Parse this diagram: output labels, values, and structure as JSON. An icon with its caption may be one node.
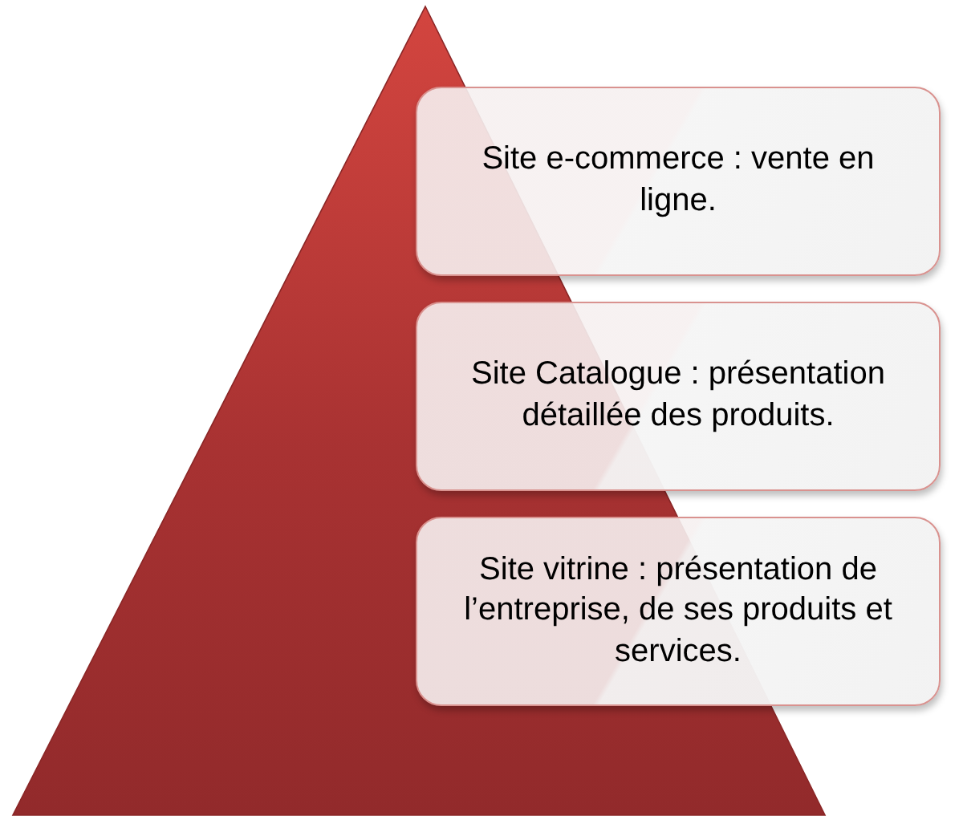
{
  "diagram": {
    "nodes": [
      {
        "text": [],
        "shape": "triangle"
      },
      {
        "text": [
          "Site e-commerce : vente en ligne."
        ]
      },
      {
        "text": [
          "Site Catalogue : présentation détaillée des produits."
        ]
      },
      {
        "text": [
          "Site vitrine : présentation de l’entreprise, de ses produits et services."
        ]
      }
    ]
  }
}
